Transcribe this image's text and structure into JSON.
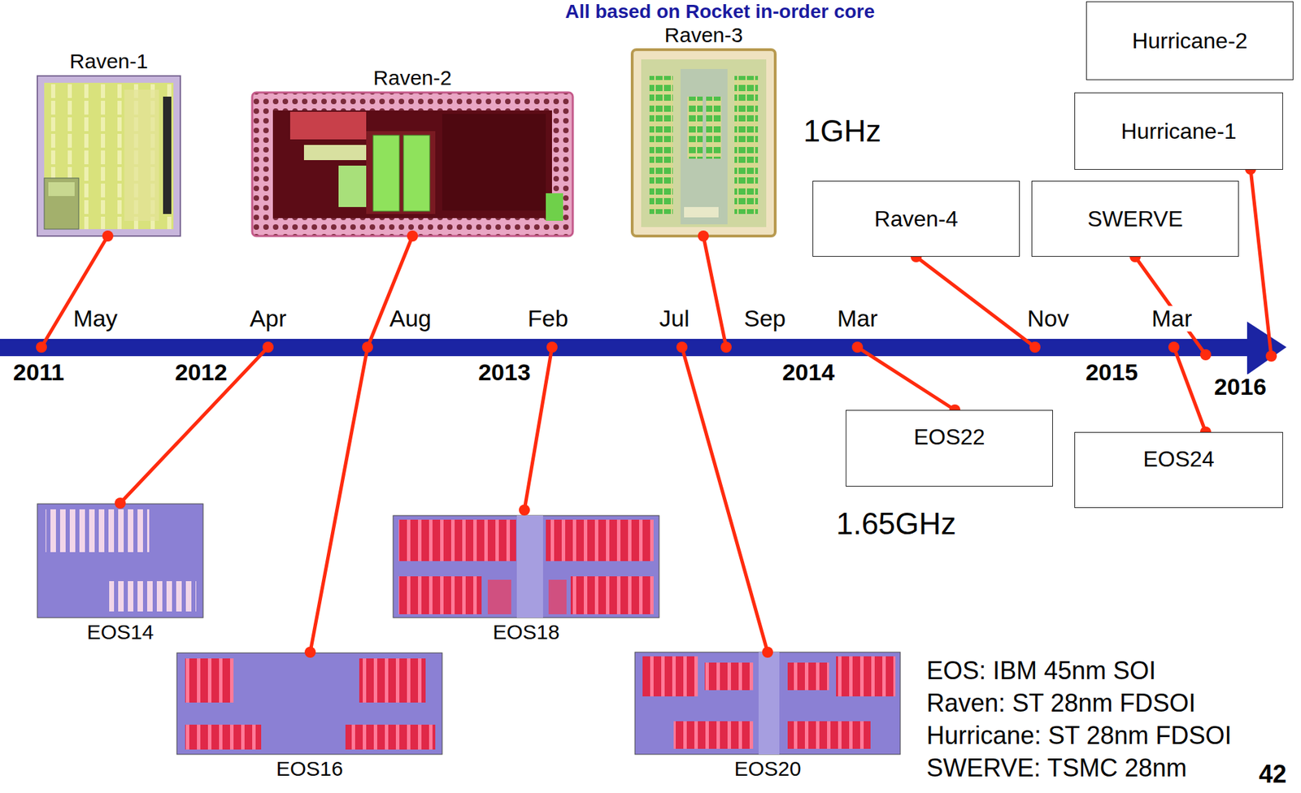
{
  "diagram": {
    "title": "All based on Rocket in-order core",
    "nodes": [
      {
        "text": [
          "Raven-1"
        ]
      },
      {
        "text": [
          "Raven-2"
        ]
      },
      {
        "text": [
          "Raven-3"
        ]
      },
      {
        "text": [
          "Hurricane-2"
        ]
      },
      {
        "text": [
          "Hurricane-1"
        ]
      },
      {
        "text": [
          "Raven-4"
        ]
      },
      {
        "text": [
          "SWERVE"
        ]
      },
      {
        "text": [
          "EOS22"
        ]
      },
      {
        "text": [
          "EOS24"
        ]
      },
      {
        "text": [
          "EOS14"
        ]
      },
      {
        "text": [
          "EOS16"
        ]
      },
      {
        "text": [
          "EOS18"
        ]
      },
      {
        "text": [
          "EOS20"
        ]
      }
    ],
    "labels": [
      "1GHz",
      "May",
      "Apr",
      "Aug",
      "Feb",
      "Jul",
      "Sep",
      "Mar",
      "Nov",
      "Mar",
      "2011",
      "2012",
      "2013",
      "2014",
      "2015",
      "2016",
      "1.65GHz",
      "EOS: IBM 45nm SOI",
      "Raven: ST 28nm FDSOI",
      "Hurricane: ST 28nm FDSOI",
      "SWERVE: TSMC 28nm",
      "42"
    ]
  }
}
